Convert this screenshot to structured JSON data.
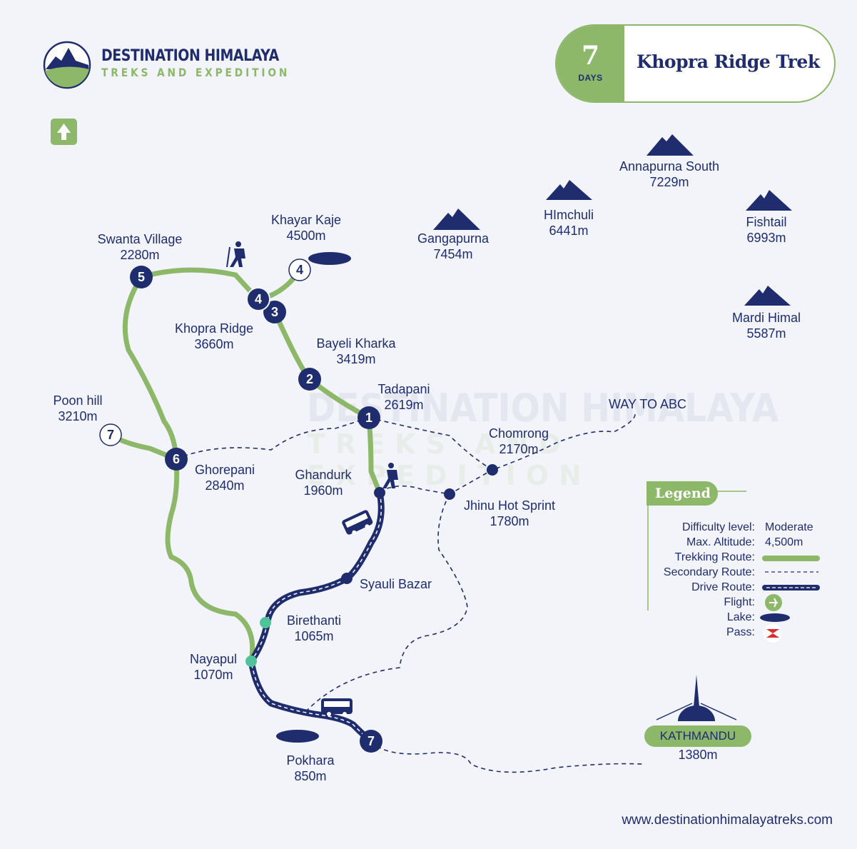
{
  "brand": {
    "name": "DESTINATION HIMALAYA",
    "tagline": "TREKS AND EXPEDITION"
  },
  "header": {
    "days_number": "7",
    "days_label": "DAYS",
    "title": "Khopra Ridge Trek"
  },
  "colors": {
    "navy": "#1f2d6e",
    "green": "#8db86a",
    "background": "#f3f4f9",
    "stop_teal": "#4fc49a",
    "pass_red": "#e02b2b"
  },
  "icons": {
    "north": "north-arrow-icon",
    "mountain": "mountain-peak-icon",
    "hiker": "hiker-icon",
    "bus": "bus-icon",
    "lake": "lake-icon",
    "flight": "airplane-icon",
    "pass": "pass-icon",
    "stupa": "stupa-icon"
  },
  "peaks": [
    {
      "name": "Annapurna South",
      "altitude": "7229m"
    },
    {
      "name": "HImchuli",
      "altitude": "6441m"
    },
    {
      "name": "Gangapurna",
      "altitude": "7454m"
    },
    {
      "name": "Fishtail",
      "altitude": "6993m"
    },
    {
      "name": "Mardi Himal",
      "altitude": "5587m"
    }
  ],
  "places": [
    {
      "name": "Swanta Village",
      "altitude": "2280m"
    },
    {
      "name": "Khayar Kaje",
      "altitude": "4500m"
    },
    {
      "name": "Khopra Ridge",
      "altitude": "3660m"
    },
    {
      "name": "Bayeli Kharka",
      "altitude": "3419m"
    },
    {
      "name": "Tadapani",
      "altitude": "2619m"
    },
    {
      "name": "Poon hill",
      "altitude": "3210m"
    },
    {
      "name": "Ghorepani",
      "altitude": "2840m"
    },
    {
      "name": "Chomrong",
      "altitude": "2170m"
    },
    {
      "name": "Ghandurk",
      "altitude": "1960m"
    },
    {
      "name": "Jhinu Hot Sprint",
      "altitude": "1780m"
    },
    {
      "name": "Syauli Bazar",
      "altitude": ""
    },
    {
      "name": "Birethanti",
      "altitude": "1065m"
    },
    {
      "name": "Nayapul",
      "altitude": "1070m"
    },
    {
      "name": "Pokhara",
      "altitude": "850m"
    },
    {
      "name": "KATHMANDU",
      "altitude": "1380m"
    }
  ],
  "way_to_abc": "WAY TO ABC",
  "day_markers": [
    "1",
    "2",
    "3",
    "4",
    "5",
    "6",
    "7",
    "4",
    "7"
  ],
  "legend": {
    "title": "Legend",
    "difficulty_label": "Difficulty level:",
    "difficulty_value": "Moderate",
    "altitude_label": "Max. Altitude:",
    "altitude_value": "4,500m",
    "trekking_label": "Trekking Route:",
    "secondary_label": "Secondary Route:",
    "drive_label": "Drive Route:",
    "flight_label": "Flight:",
    "lake_label": "Lake:",
    "pass_label": "Pass:"
  },
  "footer": {
    "url": "www.destinationhimalayatreks.com"
  }
}
